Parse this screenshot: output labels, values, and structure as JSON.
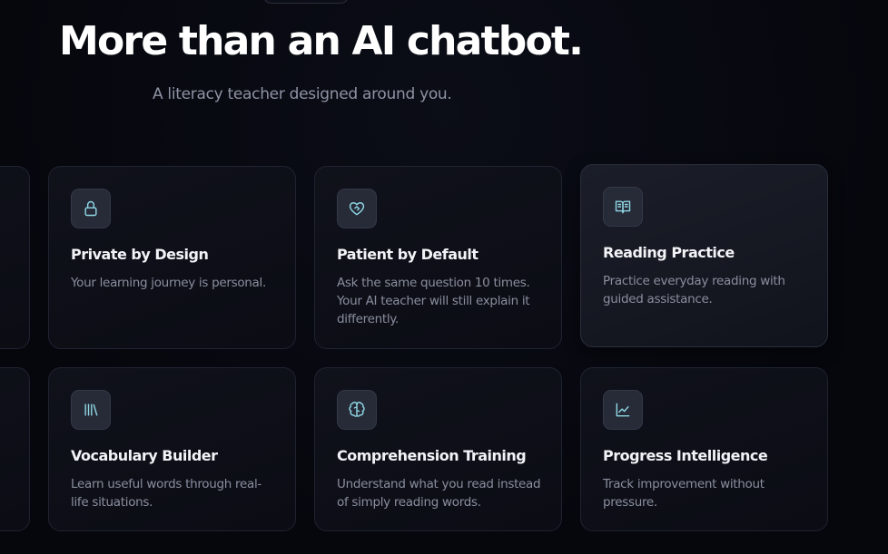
{
  "hero": {
    "title": "More than an AI chatbot.",
    "subtitle": "A literacy teacher designed around you."
  },
  "features": [
    {
      "title": "Private by Design",
      "description": "Your learning journey is personal.",
      "icon": "lock-icon"
    },
    {
      "title": "Patient by Default",
      "description": "Ask the same question 10 times. Your AI teacher will still explain it differently.",
      "icon": "heart-handshake-icon"
    },
    {
      "title": "Reading Practice",
      "description": "Practice everyday reading with guided assistance.",
      "icon": "open-book-icon"
    },
    {
      "title": "Vocabulary Builder",
      "description": "Learn useful words through real-life situations.",
      "icon": "library-icon"
    },
    {
      "title": "Comprehension Training",
      "description": "Understand what you read instead of simply reading words.",
      "icon": "brain-icon"
    },
    {
      "title": "Progress Intelligence",
      "description": "Track improvement without pressure.",
      "icon": "line-chart-icon"
    }
  ],
  "colors": {
    "background": "#07080f",
    "card": "#0f111a",
    "card_highlight": "#1b1e29",
    "accent": "#8fd6e3",
    "title": "#ffffff",
    "muted_text": "#8a8f9f"
  }
}
